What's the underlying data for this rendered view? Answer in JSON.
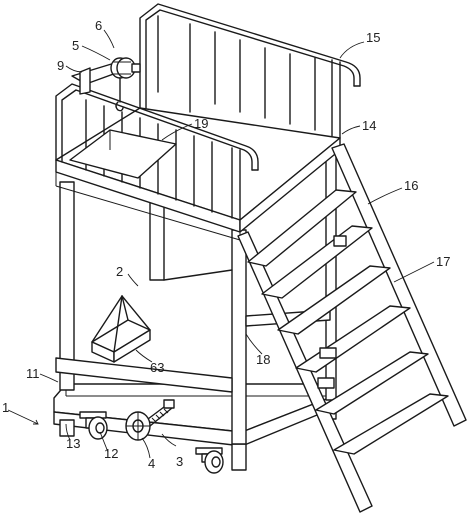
{
  "figure": {
    "labels": {
      "l1": "1",
      "l2": "2",
      "l3": "3",
      "l4": "4",
      "l5": "5",
      "l6": "6",
      "l9": "9",
      "l11": "11",
      "l12": "12",
      "l13": "13",
      "l14": "14",
      "l15": "15",
      "l16": "16",
      "l17": "17",
      "l18": "18",
      "l19": "19",
      "l63": "63"
    }
  }
}
